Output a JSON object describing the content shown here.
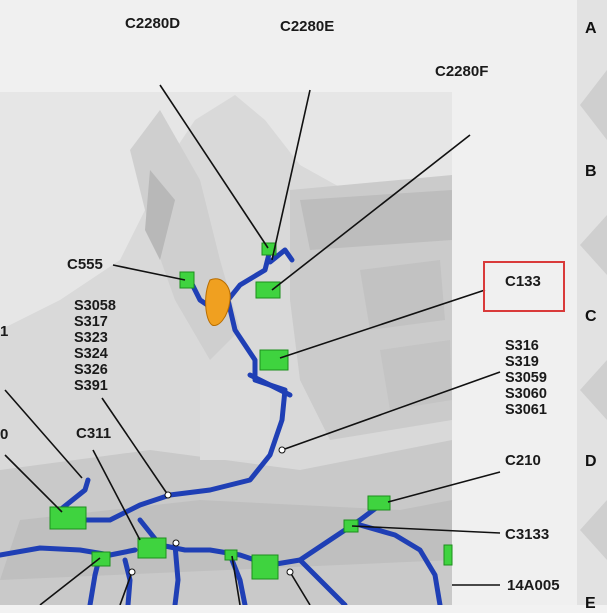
{
  "diagram": {
    "connector_labels": {
      "c2280d": "C2280D",
      "c2280e": "C2280E",
      "c2280f": "C2280F",
      "c555": "C555",
      "c133": "C133",
      "c311": "C311",
      "c210": "C210",
      "c3133": "C3133",
      "w14a005": "14A005",
      "partial_1": "1",
      "partial_0": "0"
    },
    "splice_group_left": [
      "S3058",
      "S317",
      "S323",
      "S324",
      "S326",
      "S391"
    ],
    "splice_group_right": [
      "S316",
      "S319",
      "S3059",
      "S3060",
      "S3061"
    ],
    "grid_rows": [
      "A",
      "B",
      "C",
      "D",
      "E"
    ],
    "highlighted_label": "C133",
    "colors": {
      "harness": "#1f3fb5",
      "connector": "#3fd33f",
      "highlight_box": "#d93a3a",
      "body_panel": "#d6d6d6",
      "background": "#f2f2f2",
      "orange_clip": "#f0a020"
    }
  }
}
